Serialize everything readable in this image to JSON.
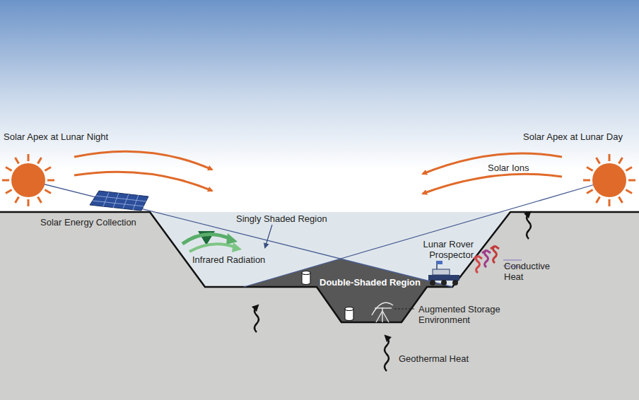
{
  "diagram": {
    "labels": [
      "Solar Apex at Lunar Night",
      "Solar Apex at Lunar Day",
      "Solar Ions",
      "Solar Energy Collection",
      "Singly Shaded Region",
      "Infrared Radiation",
      "Double-Shaded Region",
      "Lunar Rover Prospector",
      "Conductive Heat",
      "Augmented Storage Environment",
      "Geothermal Heat"
    ]
  }
}
